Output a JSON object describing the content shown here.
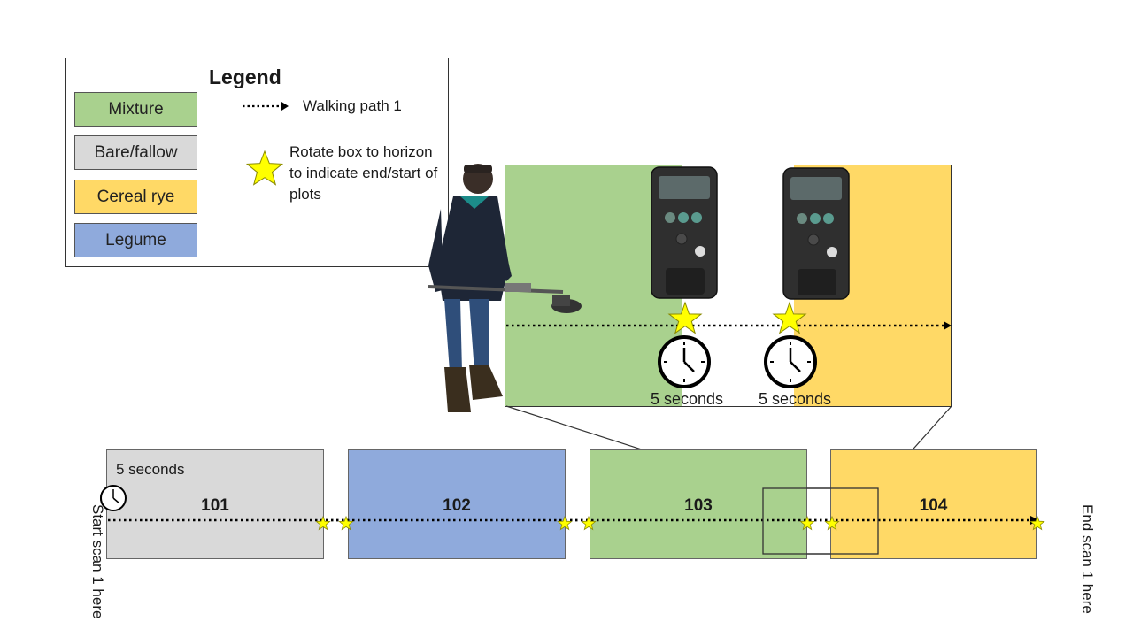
{
  "legend": {
    "title": "Legend",
    "items": [
      {
        "label": "Mixture",
        "color": "#a9d18e"
      },
      {
        "label": "Bare/fallow",
        "color": "#d9d9d9"
      },
      {
        "label": "Cereal rye",
        "color": "#ffd966"
      },
      {
        "label": "Legume",
        "color": "#8faadc"
      }
    ],
    "walking_path": "Walking path 1",
    "rotate_text": "Rotate box to horizon to indicate end/start of plots"
  },
  "zoom": {
    "wait_left": "5 seconds",
    "wait_right": "5 seconds"
  },
  "plots": [
    {
      "id": "101",
      "type": "Bare/fallow",
      "color": "#d9d9d9"
    },
    {
      "id": "102",
      "type": "Legume",
      "color": "#8faadc"
    },
    {
      "id": "103",
      "type": "Mixture",
      "color": "#a9d18e"
    },
    {
      "id": "104",
      "type": "Cereal rye",
      "color": "#ffd966"
    }
  ],
  "start": {
    "wait_text": "5 seconds",
    "label": "Start scan 1 here"
  },
  "end": {
    "label": "End scan 1 here"
  },
  "colors": {
    "star": "#ffff00",
    "star_stroke": "#8a8a00",
    "path": "#000000"
  }
}
